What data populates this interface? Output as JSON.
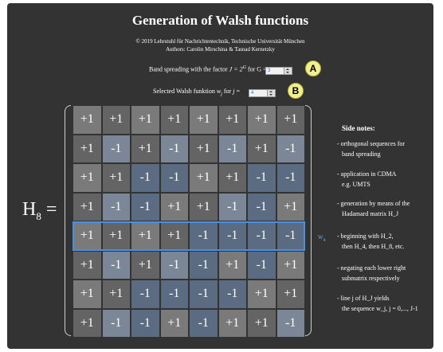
{
  "title": "Generation of Walsh functions",
  "copyright": "© 2019 Lehrstuhl für Nachrichtentechnik, Technische Universität München",
  "authors": "Authors: Carolin Mirschina & Tasnad Kernetzky",
  "controls": {
    "spreading": {
      "label_prefix": "Band spreading with the factor ",
      "formula": "J = 2",
      "exp": "G",
      "label_suffix": " for G = ",
      "value": "3",
      "badge": "A"
    },
    "walsh": {
      "label_prefix": "Selected Walsh funktion ",
      "formula_main": "w",
      "formula_sub": "j",
      "label_mid": " for ",
      "formula2": "j",
      "label_suffix": " = ",
      "value": "4",
      "badge": "B"
    }
  },
  "matrix_label": {
    "main": "H",
    "sub": "8",
    "eq": " ="
  },
  "highlight_row": 4,
  "highlight_label": {
    "main": "w",
    "sub": "4"
  },
  "colors": {
    "light": "#7a7a7a",
    "dark": "#646464",
    "blue_light": "#7b8796",
    "blue_dark": "#5b6b81",
    "highlight": "#4a90e2"
  },
  "matrix": [
    [
      "+1",
      "+1",
      "+1",
      "+1",
      "+1",
      "+1",
      "+1",
      "+1"
    ],
    [
      "+1",
      "-1",
      "+1",
      "-1",
      "+1",
      "-1",
      "+1",
      "-1"
    ],
    [
      "+1",
      "+1",
      "-1",
      "-1",
      "+1",
      "+1",
      "-1",
      "-1"
    ],
    [
      "+1",
      "-1",
      "-1",
      "+1",
      "+1",
      "-1",
      "-1",
      "+1"
    ],
    [
      "+1",
      "+1",
      "+1",
      "+1",
      "-1",
      "-1",
      "-1",
      "-1"
    ],
    [
      "+1",
      "-1",
      "+1",
      "-1",
      "-1",
      "+1",
      "-1",
      "+1"
    ],
    [
      "+1",
      "+1",
      "-1",
      "-1",
      "-1",
      "-1",
      "+1",
      "+1"
    ],
    [
      "+1",
      "-1",
      "-1",
      "+1",
      "-1",
      "+1",
      "+1",
      "-1"
    ]
  ],
  "side_notes": {
    "title": "Side notes:",
    "items": [
      {
        "lines": [
          "- orthogonal sequences for",
          "band spreading"
        ]
      },
      {
        "lines": [
          "- application in CDMA",
          "e.g. UMTS"
        ]
      },
      {
        "lines": [
          "- generation by means of the",
          "Hadamard matrix H_J"
        ]
      },
      {
        "lines": [
          "- beginning with H_2,",
          "then H_4, then H_8, etc."
        ]
      },
      {
        "lines": [
          "- negating each lower right",
          "submatrix respectively"
        ]
      },
      {
        "lines": [
          "- line j of H_J yields",
          "the sequence w_j, j = 0,..., J-1"
        ]
      }
    ]
  }
}
